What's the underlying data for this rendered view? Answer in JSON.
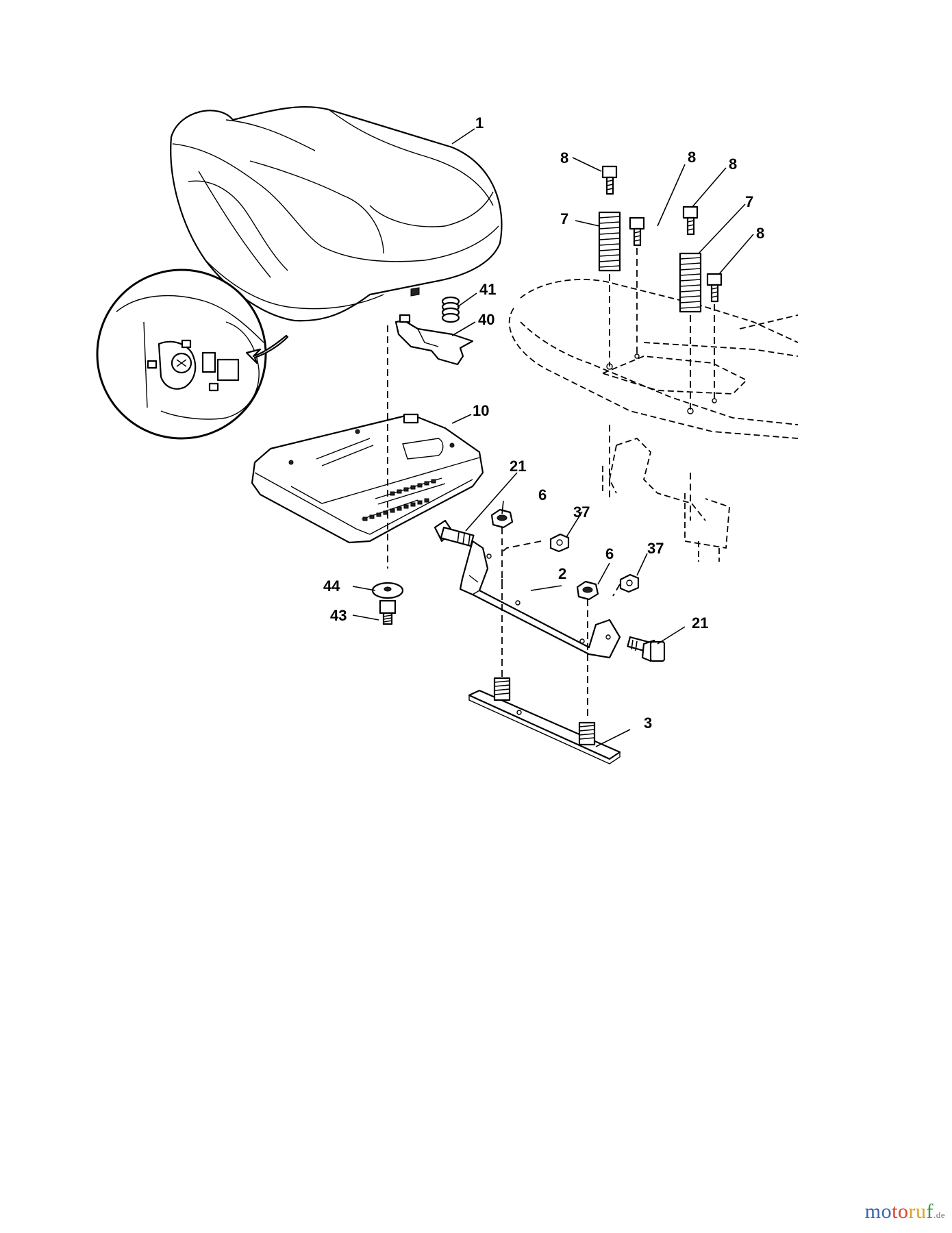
{
  "callouts": {
    "seat": "1",
    "bracket": "2",
    "plate": "3",
    "lock_nut_left": "6",
    "lock_nut_right": "6",
    "spring_left": "7",
    "spring_right": "7",
    "bolt_a": "8",
    "bolt_b": "8",
    "bolt_c": "8",
    "bolt_d": "8",
    "seat_pan": "10",
    "shoulder_bolt_left": "21",
    "shoulder_bolt_right": "21",
    "nut_left": "37",
    "nut_right": "37",
    "switch_bracket": "40",
    "compression_spring": "41",
    "bolt_small": "43",
    "washer": "44"
  },
  "watermark": {
    "part1": "mo",
    "part2": "to",
    "part3": "ru",
    "part4": "f",
    "tld": ".de"
  }
}
